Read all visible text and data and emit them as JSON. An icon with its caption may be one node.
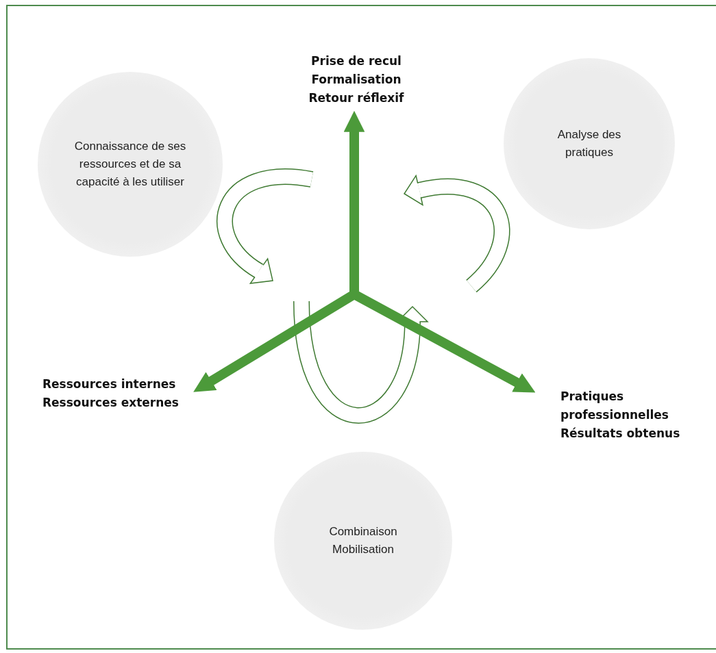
{
  "diagram": {
    "nodes": [
      {
        "text": [
          "Prise de recul",
          "Formalisation",
          "Retour réflexif"
        ]
      },
      {
        "text": [
          "Ressources internes",
          "Ressources externes"
        ]
      },
      {
        "text": [
          "Pratiques professionnelles",
          "Résultats obtenus"
        ]
      },
      {
        "text": [
          "Connaissance de ses ressources et de sa capacité à les utiliser"
        ]
      },
      {
        "text": [
          "Analyse des pratiques"
        ]
      },
      {
        "text": [
          "Combinaison",
          "Mobilisation"
        ]
      }
    ],
    "edges": [
      {
        "from": null,
        "to": 0,
        "arrow": "to"
      },
      {
        "from": null,
        "to": 1,
        "arrow": "to"
      },
      {
        "from": null,
        "to": 2,
        "arrow": "to"
      }
    ]
  }
}
